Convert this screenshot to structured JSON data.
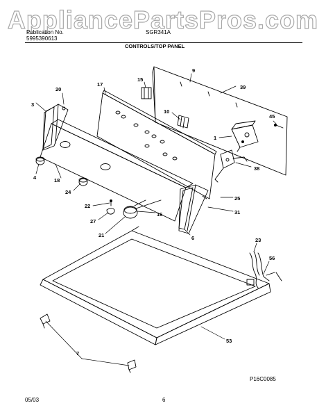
{
  "watermark": "AppliancePartsPros.com",
  "header": {
    "pub_label": "Publication No.",
    "pub_number": "5995390613",
    "model": "SGR341A",
    "section_title": "CONTROLS/TOP PANEL"
  },
  "callouts": [
    "9",
    "39",
    "15",
    "17",
    "20",
    "3",
    "10",
    "45",
    "1",
    "38",
    "4",
    "18",
    "24",
    "25",
    "22",
    "16",
    "31",
    "27",
    "21",
    "6",
    "23",
    "56",
    "53",
    "7"
  ],
  "footer": {
    "date": "05/03",
    "page_number": "6",
    "drawing_code": "P16C0085"
  }
}
